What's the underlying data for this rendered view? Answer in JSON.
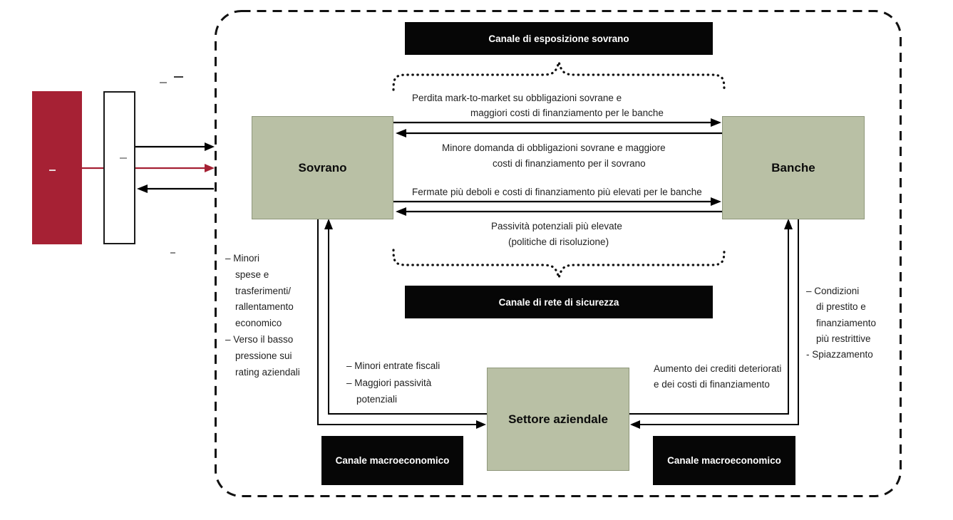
{
  "colors": {
    "node_fill": "#b9c0a5",
    "node_border": "#8f977b",
    "accent_red": "#a62134",
    "channel_bg": "#060606",
    "channel_text": "#ffffff",
    "ink": "#1f1f1f"
  },
  "nodes": {
    "sovereign": "Sovrano",
    "banks": "Banche",
    "corporate": "Settore aziendale"
  },
  "channels": {
    "sovereign_exposure": "Canale di esposizione sovrano",
    "safety_net": "Canale di rete di sicurezza",
    "macro_left": "Canale macroeconomico",
    "macro_right": "Canale macroeconomico"
  },
  "edge_labels": {
    "sov_to_banks_exposure": {
      "line1": "Perdita mark-to-market su obbligazioni sovrane e",
      "line2": "maggiori costi di finanziamento per le banche"
    },
    "banks_to_sov_exposure": {
      "line1": "Minore domanda di obbligazioni sovrane e maggiore",
      "line2": "costi di finanziamento per il sovrano"
    },
    "sov_to_banks_safety": {
      "line1": "Fermate più deboli e costi di finanziamento più elevati per le banche"
    },
    "banks_to_sov_safety": {
      "line1": "Passività potenziali più elevate",
      "line2": "(politiche di risoluzione)"
    },
    "sov_to_corp": [
      "– Minori",
      "spese e",
      "trasferimenti/",
      "rallentamento",
      "economico",
      "– Verso il basso",
      "pressione sui",
      "rating aziendali"
    ],
    "corp_to_sov": [
      "– Minori entrate fiscali",
      "– Maggiori passività",
      "potenziali"
    ],
    "corp_to_banks": [
      "Aumento dei crediti deteriorati",
      "e dei costi di finanziamento"
    ],
    "banks_to_corp": [
      "– Condizioni",
      "di prestito e",
      "finanziamento",
      "più restrittive",
      "- Spiazzamento"
    ]
  }
}
